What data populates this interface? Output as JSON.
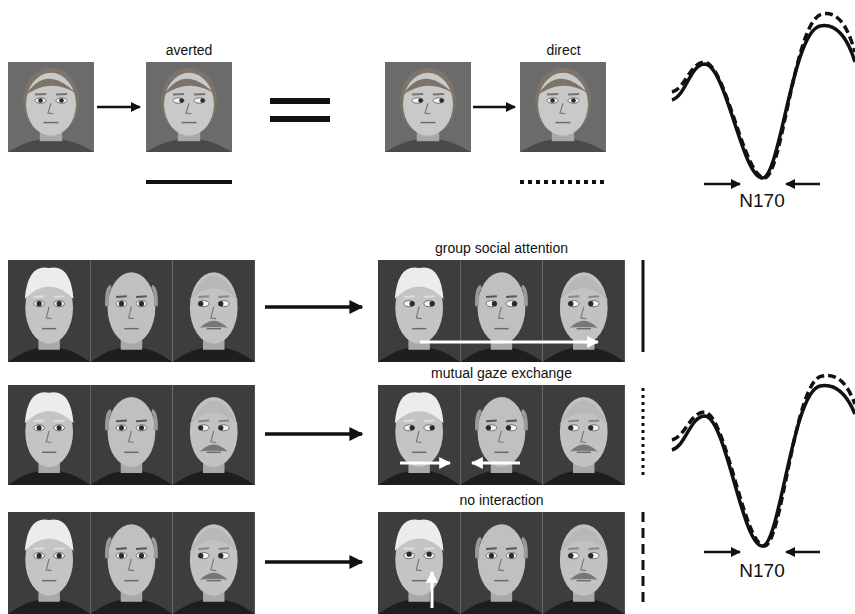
{
  "diagram": {
    "nodes": [
      {
        "text": [
          "averted"
        ]
      },
      {
        "text": [
          "direct"
        ]
      },
      {
        "text": [
          "group social attention"
        ]
      },
      {
        "text": [
          "mutual gaze exchange"
        ]
      },
      {
        "text": [
          "no interaction"
        ]
      }
    ],
    "labels": [
      "N170",
      "N170"
    ]
  }
}
